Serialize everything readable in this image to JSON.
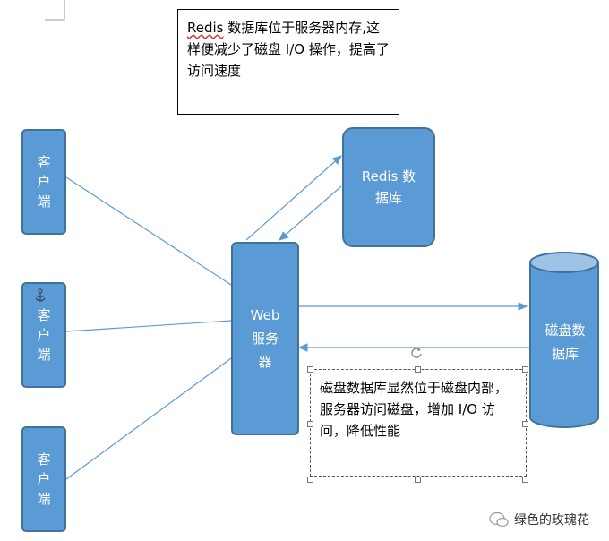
{
  "clients": [
    {
      "label": "客户端"
    },
    {
      "label": "客户端"
    },
    {
      "label": "客户端"
    }
  ],
  "web_server": {
    "line1": "Web",
    "line2": "服务",
    "line3": "器"
  },
  "redis_db": {
    "line1_prefix": "Redis",
    "line1_suffix": " 数",
    "line2": "据库"
  },
  "disk_db": {
    "line1": "磁盘数",
    "line2": "据库"
  },
  "note_top": {
    "redis_word": "Redis",
    "text_rest": " 数据库位于服务器内存,这样便减少了磁盘 I/O 操作，提高了访问速度"
  },
  "note_bottom": {
    "text": "磁盘数据库显然位于磁盘内部，服务器访问磁盘，增加 I/O 访问，降低性能"
  },
  "watermark": {
    "text": "绿色的玫瑰花"
  },
  "colors": {
    "shape_fill": "#5b9bd5",
    "shape_border": "#41719c",
    "arrow": "#5b9bd5"
  }
}
